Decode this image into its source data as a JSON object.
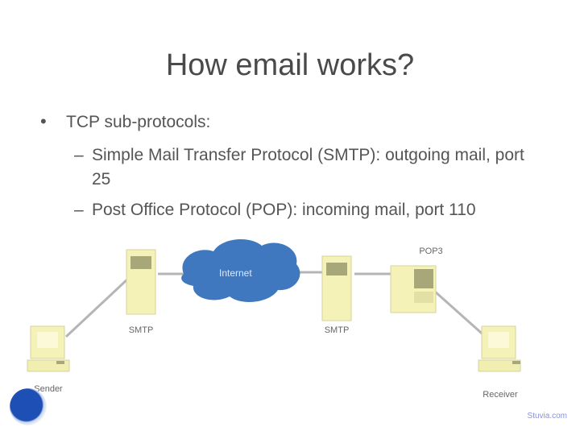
{
  "slide": {
    "title": "How email works?",
    "bullets": [
      {
        "marker": "•",
        "text": "TCP sub-protocols:",
        "sub_bullets": [
          {
            "marker": "–",
            "text": "Simple Mail Transfer Protocol (SMTP): outgoing mail, port 25"
          },
          {
            "marker": "–",
            "text": "Post Office Protocol (POP): incoming mail, port 110"
          }
        ]
      }
    ]
  },
  "diagram": {
    "nodes": {
      "sender": {
        "label": "Sender",
        "icon": "computer-icon"
      },
      "smtp_out": {
        "label": "SMTP",
        "icon": "server-icon"
      },
      "internet": {
        "label": "Internet",
        "icon": "cloud-icon"
      },
      "smtp_in": {
        "label": "SMTP",
        "icon": "server-icon"
      },
      "pop3": {
        "label": "POP3",
        "icon": "server-icon"
      },
      "receiver": {
        "label": "Receiver",
        "icon": "computer-icon"
      }
    },
    "colors": {
      "device_fill": "#f5f2b8",
      "device_dark": "#a8a77a",
      "cloud_fill": "#3f78bf",
      "connector": "#b8b8b8"
    }
  },
  "footer": {
    "logo_icon": "university-logo-icon",
    "watermark": "Stuvia.com"
  }
}
